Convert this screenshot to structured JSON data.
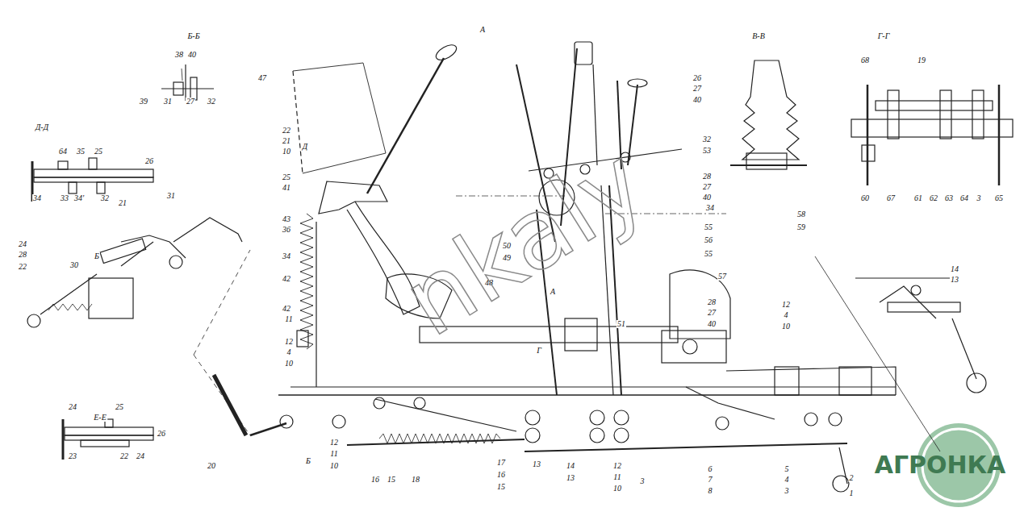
{
  "diagram": {
    "labels": [
      "Б-Б",
      "38",
      "40",
      "39",
      "31",
      "27",
      "32",
      "Д-Д",
      "64",
      "35",
      "25",
      "26",
      "34",
      "33",
      "34'",
      "32",
      "21",
      "31",
      "24",
      "28",
      "22",
      "30",
      "Б",
      "Е-Е",
      "24",
      "25",
      "26",
      "23",
      "22",
      "24",
      "20",
      "А",
      "47",
      "22",
      "21",
      "10",
      "Д",
      "25",
      "41",
      "43",
      "36",
      "34",
      "42",
      "42",
      "11",
      "12",
      "4",
      "10",
      "Б",
      "12",
      "11",
      "10",
      "16",
      "15",
      "18",
      "17",
      "16",
      "15",
      "13",
      "14",
      "13",
      "3",
      "12",
      "11",
      "10",
      "6",
      "7",
      "8",
      "5",
      "4",
      "3",
      "2",
      "1",
      "12",
      "4",
      "10",
      "14",
      "13",
      "26",
      "27",
      "40",
      "32",
      "53",
      "28",
      "27",
      "40",
      "34",
      "55",
      "56",
      "55",
      "57",
      "28",
      "27",
      "40",
      "50",
      "49",
      "48",
      "51",
      "А",
      "Г",
      "В-В",
      "58",
      "59",
      "Г-Г",
      "68",
      "19",
      "60",
      "67",
      "61",
      "62",
      "63",
      "64",
      "3",
      "65",
      "nkaly",
      "АГРОНКА"
    ]
  }
}
